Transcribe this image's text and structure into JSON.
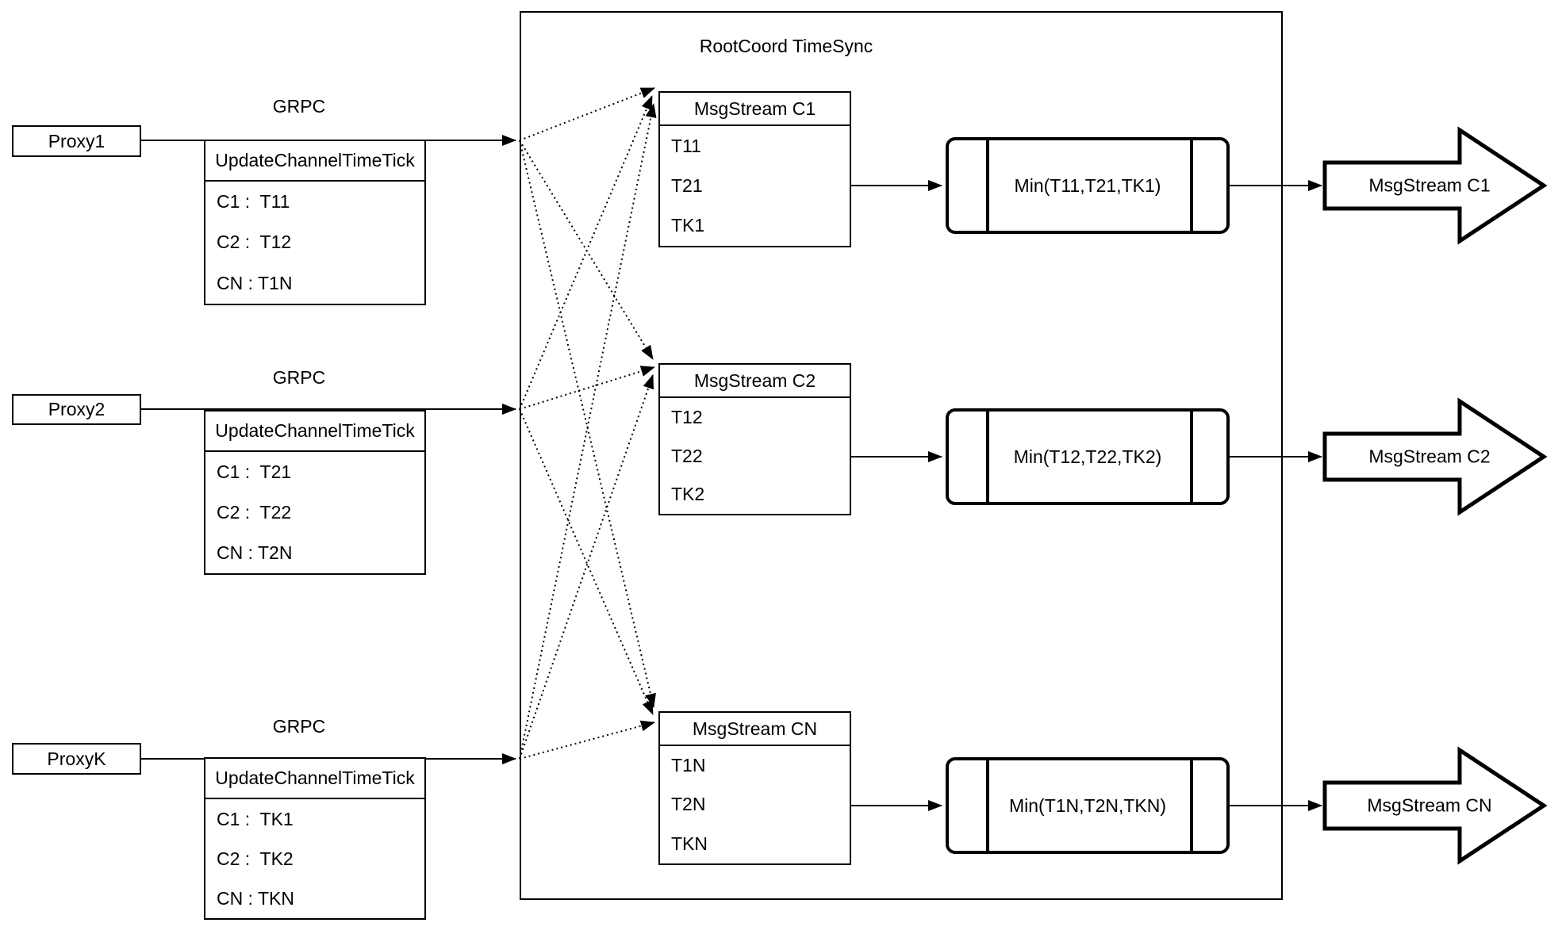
{
  "title": "RootCoord TimeSync",
  "colors": {
    "stroke": "#000000",
    "background": "#ffffff"
  },
  "proxies": [
    {
      "name": "Proxy1",
      "grpc": "GRPC",
      "table_header": "UpdateChannelTimeTick",
      "rows": [
        "C1 :  T11",
        "C2 :  T12",
        "CN : T1N"
      ]
    },
    {
      "name": "Proxy2",
      "grpc": "GRPC",
      "table_header": "UpdateChannelTimeTick",
      "rows": [
        "C1 :  T21",
        "C2 :  T22",
        "CN : T2N"
      ]
    },
    {
      "name": "ProxyK",
      "grpc": "GRPC",
      "table_header": "UpdateChannelTimeTick",
      "rows": [
        "C1 :  TK1",
        "C2 :  TK2",
        "CN : TKN"
      ]
    }
  ],
  "streams": [
    {
      "header": "MsgStream C1",
      "rows": [
        "T11",
        "T21",
        "TK1"
      ],
      "min_label": "Min(T11,T21,TK1)",
      "out_label": "MsgStream C1"
    },
    {
      "header": "MsgStream C2",
      "rows": [
        "T12",
        "T22",
        "TK2"
      ],
      "min_label": "Min(T12,T22,TK2)",
      "out_label": "MsgStream C2"
    },
    {
      "header": "MsgStream CN",
      "rows": [
        "T1N",
        "T2N",
        "TKN"
      ],
      "min_label": "Min(T1N,T2N,TKN)",
      "out_label": "MsgStream CN"
    }
  ]
}
